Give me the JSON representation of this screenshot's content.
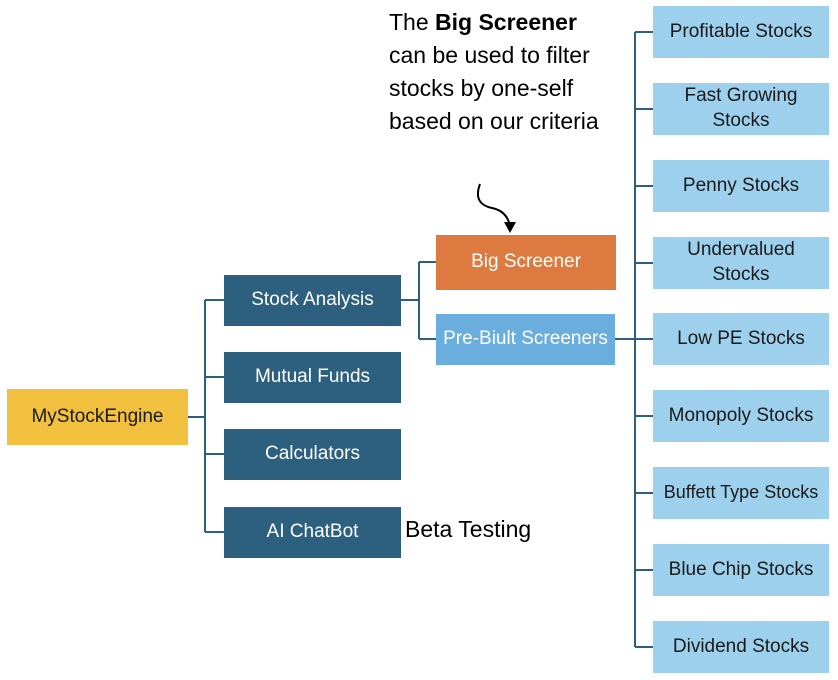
{
  "root": {
    "label": "MyStockEngine"
  },
  "menu": [
    {
      "label": "Stock Analysis"
    },
    {
      "label": "Mutual Funds"
    },
    {
      "label": "Calculators"
    },
    {
      "label": "AI ChatBot"
    }
  ],
  "stock_analysis": [
    {
      "label": "Big Screener"
    },
    {
      "label": "Pre-Biult Screeners"
    }
  ],
  "screeners": [
    {
      "label": "Profitable Stocks"
    },
    {
      "label": "Fast Growing Stocks"
    },
    {
      "label": "Penny Stocks"
    },
    {
      "label": "Undervalued Stocks"
    },
    {
      "label": "Low PE Stocks"
    },
    {
      "label": "Monopoly Stocks"
    },
    {
      "label": "Buffett Type Stocks"
    },
    {
      "label": "Blue Chip Stocks"
    },
    {
      "label": "Dividend Stocks"
    }
  ],
  "note": {
    "prefix": "The",
    "bold": "Big Screener",
    "rest": "can be used to filter stocks by one-self based on our criteria"
  },
  "beta_label": "Beta Testing",
  "colors": {
    "root": "#f2c03f",
    "menu": "#2d5f7f",
    "big_screener": "#dc7a3f",
    "pre_built": "#6aaedd",
    "screener_items": "#9dd0ec",
    "connector": "#2d5f7f"
  }
}
